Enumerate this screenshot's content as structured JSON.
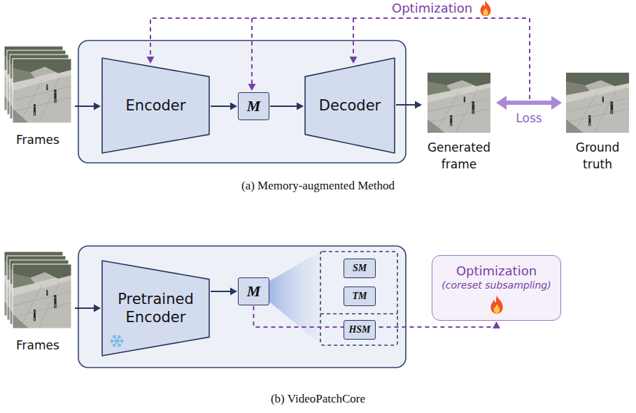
{
  "diagram": {
    "nodes": [
      {
        "text": [
          "Frames"
        ]
      },
      {
        "text": [
          "Encoder"
        ]
      },
      {
        "text": [
          "M"
        ]
      },
      {
        "text": [
          "Decoder"
        ]
      },
      {
        "text": [
          "Generated frame"
        ]
      },
      {
        "text": [
          "Ground truth"
        ]
      },
      {
        "text": [
          "Frames"
        ]
      },
      {
        "text": [
          "Pretrained Encoder"
        ]
      },
      {
        "text": [
          "M"
        ]
      },
      {
        "text": [
          "SM"
        ]
      },
      {
        "text": [
          "TM"
        ]
      },
      {
        "text": [
          "HSM"
        ]
      },
      {
        "text": [
          "Optimization",
          "(coreset subsampling)"
        ]
      }
    ],
    "edges": [
      {
        "from": 0,
        "to": 1,
        "arrow": "to"
      },
      {
        "from": 1,
        "to": 2,
        "arrow": "to"
      },
      {
        "from": 2,
        "to": 3,
        "arrow": "to"
      },
      {
        "from": 3,
        "to": 4,
        "arrow": "to"
      },
      {
        "from": 4,
        "to": 5,
        "arrow": "both",
        "label": "Loss"
      },
      {
        "from": 6,
        "to": 7,
        "arrow": "to"
      },
      {
        "from": 7,
        "to": 8,
        "arrow": "to"
      },
      {
        "from": 8,
        "to": 12,
        "arrow": "to"
      }
    ],
    "labels": [
      "Optimization",
      "(a) Memory-augmented Method",
      "(b) VideoPatchCore"
    ]
  }
}
